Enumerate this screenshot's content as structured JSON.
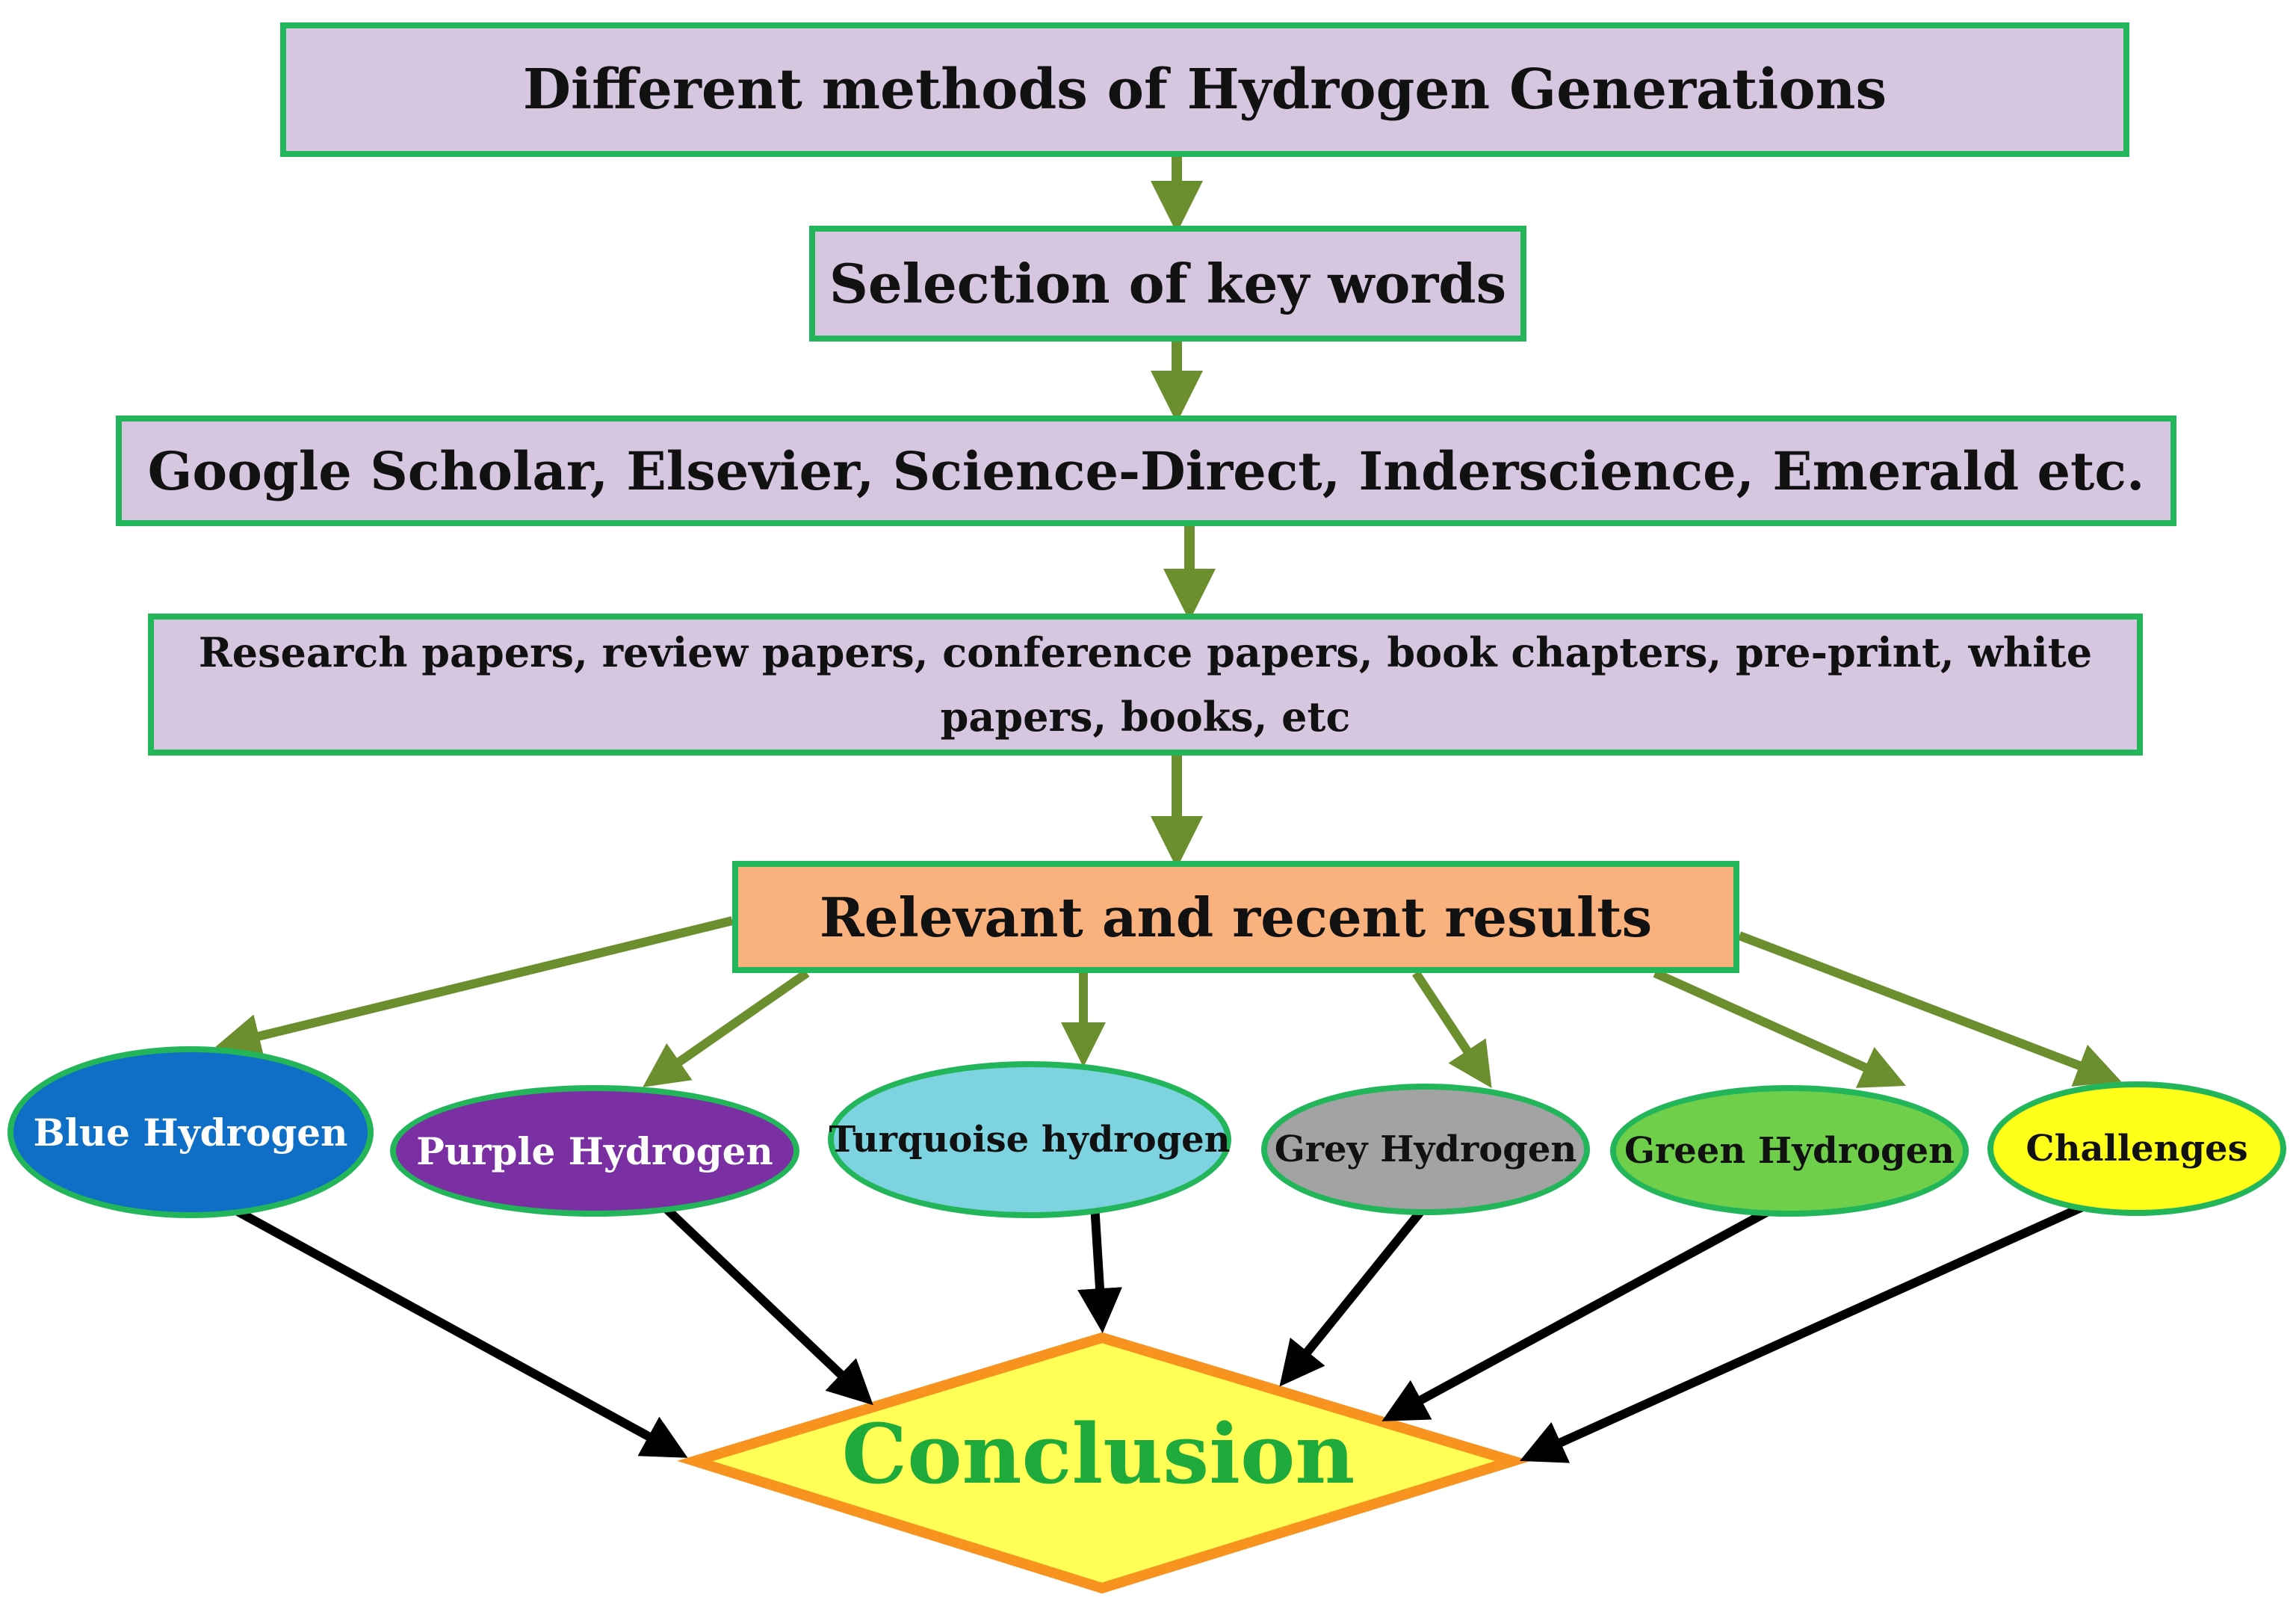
{
  "title_box": {
    "label": "Different methods of Hydrogen Generations"
  },
  "keywords_box": {
    "label": "Selection of key words"
  },
  "databases_box": {
    "label": "Google Scholar, Elsevier, Science-Direct, Inderscience, Emerald etc."
  },
  "papers_box": {
    "label": "Research papers,  review papers, conference papers, book chapters, pre-print, white papers, books, etc"
  },
  "results_box": {
    "label": "Relevant and recent results"
  },
  "topics": [
    {
      "label": "Blue Hydrogen",
      "fill": "#0f6fc6"
    },
    {
      "label": "Purple Hydrogen",
      "fill": "#7a2fa3"
    },
    {
      "label": "Turquoise hydrogen",
      "fill": "#7dd3e0"
    },
    {
      "label": "Grey Hydrogen",
      "fill": "#a3a3a3"
    },
    {
      "label": "Green Hydrogen",
      "fill": "#6fcf4a"
    },
    {
      "label": "Challenges",
      "fill": "#ffff1a"
    }
  ],
  "conclusion": {
    "label": "Conclusion",
    "fill": "#ffff55",
    "border": "#f7931e",
    "text_color": "#1faa3c"
  },
  "colors": {
    "box_fill": "#d6c6e0",
    "box_border": "#22b55a",
    "results_fill": "#f9b27e",
    "flow_arrow": "#6b8e2f",
    "conclusion_arrow": "#000000"
  }
}
